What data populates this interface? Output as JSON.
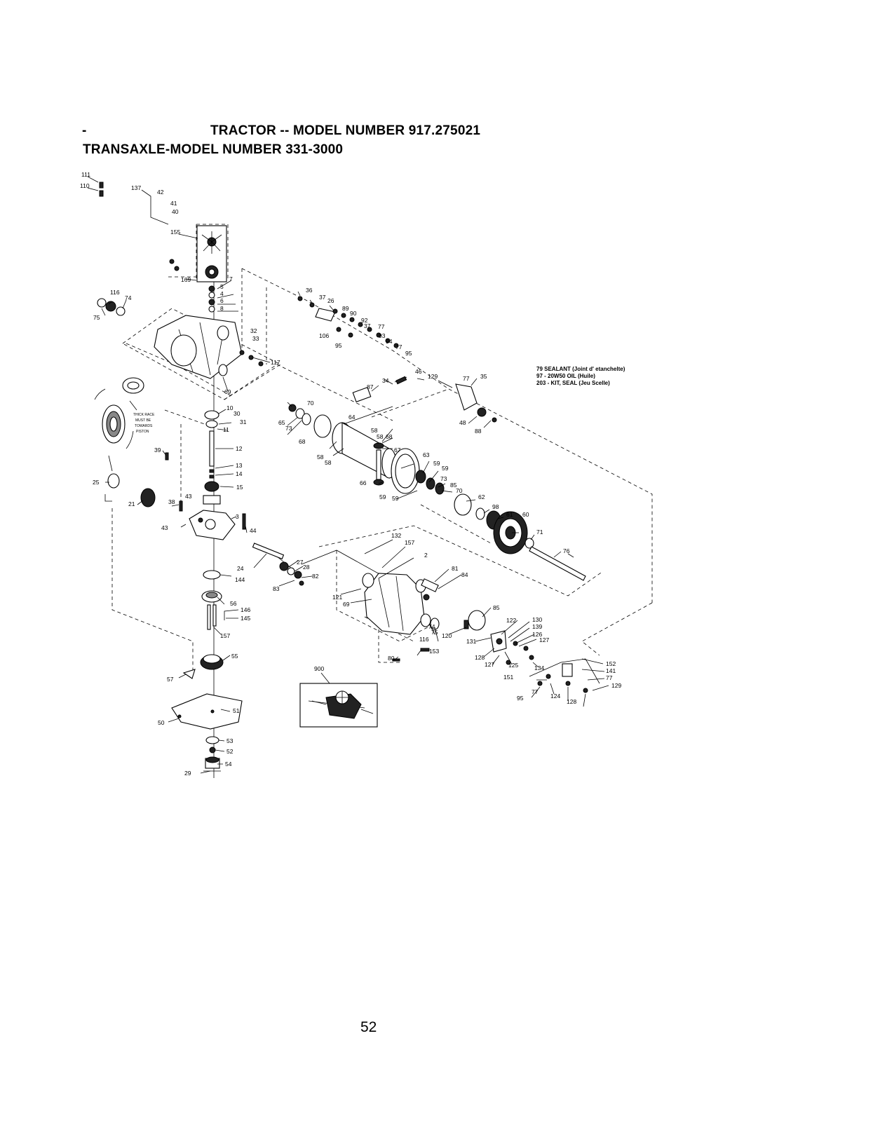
{
  "header": {
    "marker": "-",
    "title_tractor": "TRACTOR -- MODEL NUMBER 917.275021",
    "title_transaxle": "TRANSAXLE-MODEL NUMBER 331-3000"
  },
  "notes": [
    "79  SEALANT (Joint d' etanchelte)",
    "97  -  20W50  OIL (Huile)",
    "203  -  KIT,  SEAL (Jeu Scelle)"
  ],
  "thrust_race_note": [
    "THICK RACE",
    "MUST BE",
    "TOWARDS",
    "PISTON"
  ],
  "page_number": "52",
  "callouts": [
    "111",
    "110",
    "137",
    "42",
    "41",
    "40",
    "169",
    "155",
    "7",
    "5",
    "4",
    "6",
    "8",
    "116",
    "74",
    "75",
    "32",
    "33",
    "117",
    "69",
    "36",
    "37",
    "26",
    "89",
    "90",
    "92",
    "37",
    "77",
    "106",
    "93",
    "94",
    "95",
    "77",
    "95",
    "10",
    "30",
    "31",
    "11",
    "12",
    "13",
    "14",
    "15",
    "39",
    "25",
    "21",
    "38",
    "43",
    "3",
    "43",
    "44",
    "70",
    "65",
    "73",
    "68",
    "64",
    "58",
    "58",
    "68",
    "67",
    "58",
    "58",
    "87",
    "34",
    "46",
    "129",
    "77",
    "35",
    "48",
    "88",
    "63",
    "59",
    "59",
    "66",
    "73",
    "85",
    "70",
    "59",
    "59",
    "62",
    "98",
    "61",
    "60",
    "71",
    "76",
    "132",
    "157",
    "2",
    "27",
    "28",
    "82",
    "24",
    "144",
    "83",
    "81",
    "84",
    "121",
    "69",
    "56",
    "146",
    "145",
    "157",
    "55",
    "74",
    "75",
    "116",
    "120",
    "85",
    "122",
    "130",
    "139",
    "126",
    "127",
    "131",
    "128",
    "127",
    "125",
    "134",
    "151",
    "152",
    "141",
    "77",
    "129",
    "80",
    "153",
    "900",
    "57",
    "51",
    "50",
    "53",
    "52",
    "54",
    "29",
    "95",
    "77",
    "124",
    "128"
  ]
}
